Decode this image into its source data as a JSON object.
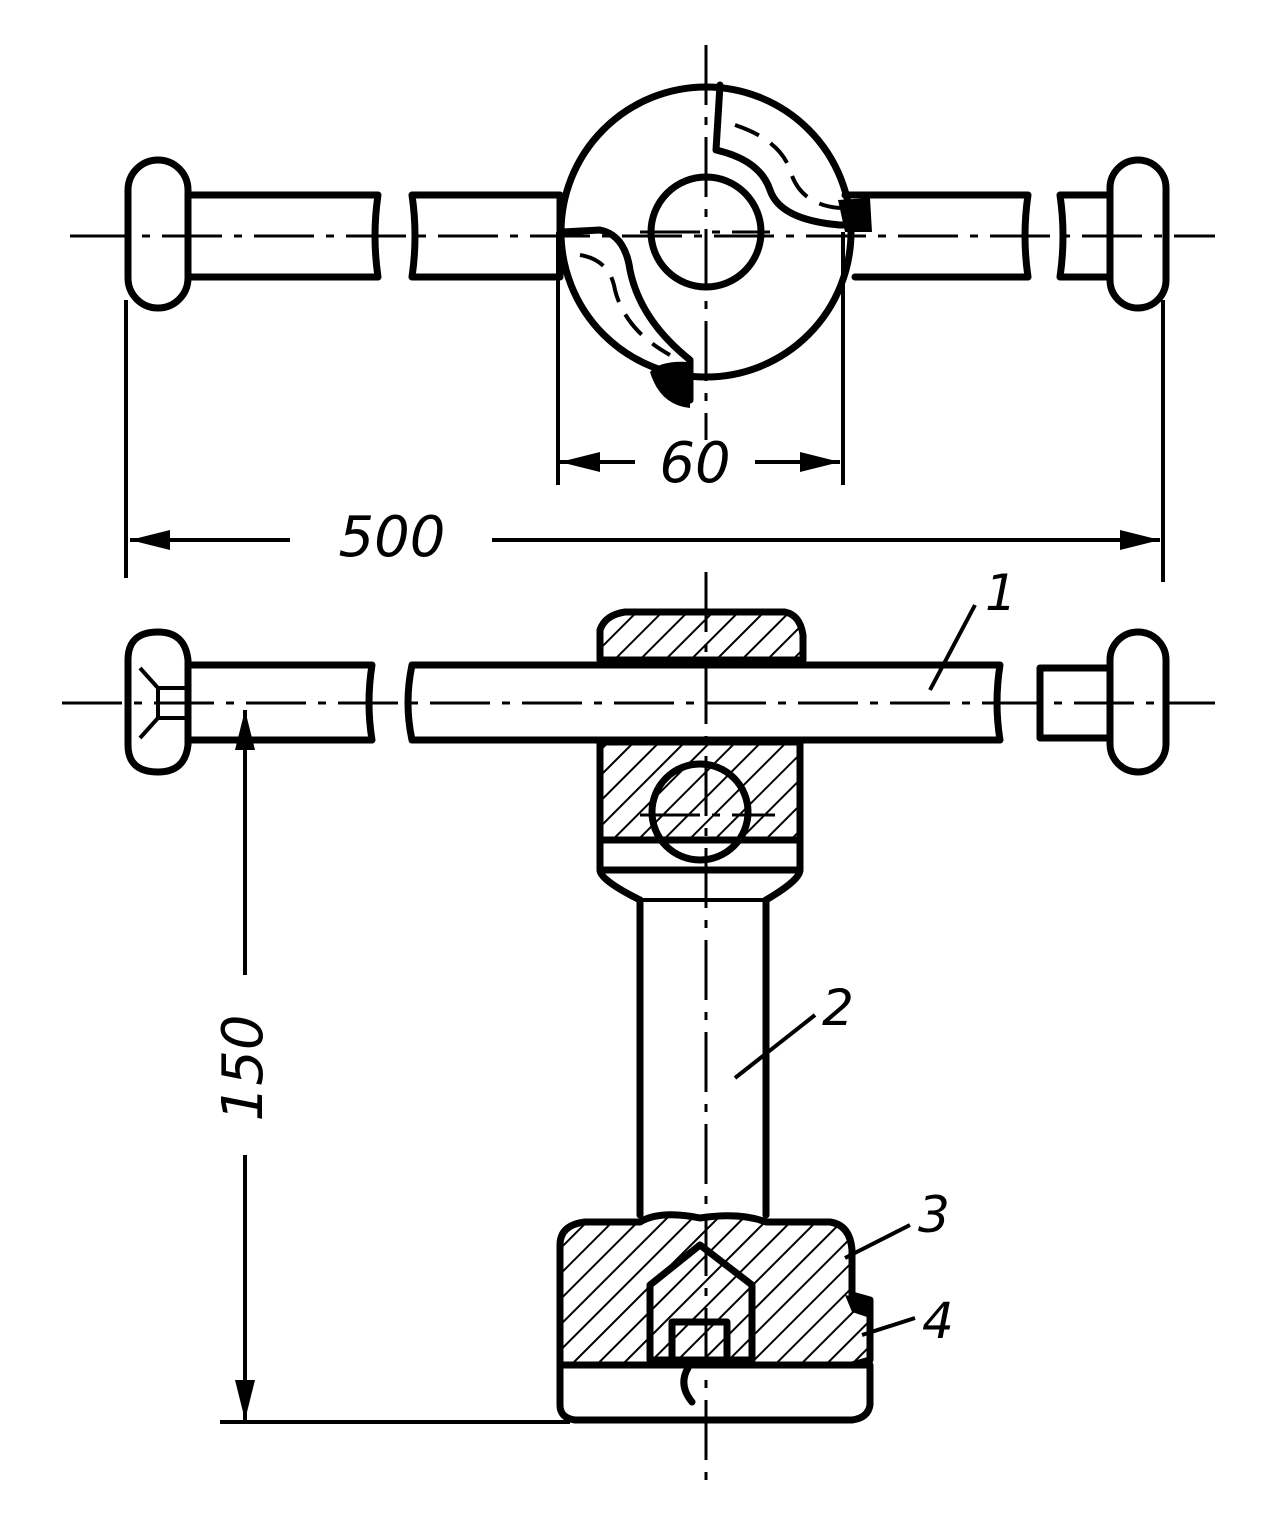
{
  "dimensions": {
    "width_500": "500",
    "hub_60": "60",
    "height_150": "150"
  },
  "part_labels": {
    "p1": "1",
    "p2": "2",
    "p3": "3",
    "p4": "4"
  }
}
